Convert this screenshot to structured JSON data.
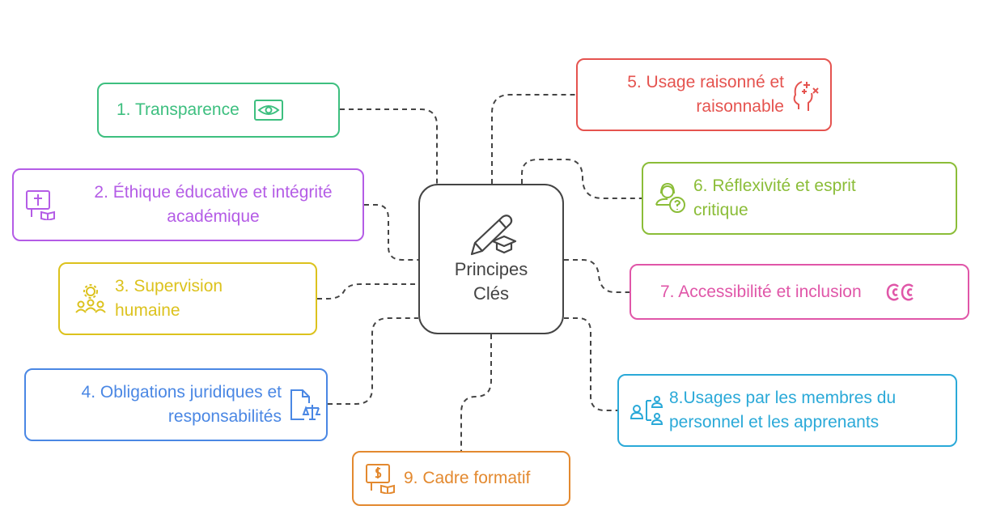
{
  "center": {
    "title_line1": "Principes",
    "title_line2": "Clés",
    "icon": "pencil-graduation-cap-icon"
  },
  "nodes": [
    {
      "label": "1. Transparence",
      "color": "#3dbf7f",
      "icon": "eye-icon"
    },
    {
      "label": "2. Éthique éducative et intégrité académique",
      "color": "#b45ce6",
      "icon": "screen-book-icon"
    },
    {
      "label": "3. Supervision humaine",
      "color": "#dcc21d",
      "icon": "people-gear-icon"
    },
    {
      "label": "4. Obligations juridiques et responsabilités",
      "color": "#4a87e4",
      "icon": "document-scales-icon"
    },
    {
      "label": "5. Usage raisonné et raisonnable",
      "color": "#e5534f",
      "icon": "head-thinking-icon"
    },
    {
      "label": "6. Réflexivité et esprit critique",
      "color": "#8bbd38",
      "icon": "person-question-icon"
    },
    {
      "label": "7. Accessibilité et inclusion",
      "color": "#e056a8",
      "icon": "closed-captions-icon"
    },
    {
      "label": "8.Usages par les membres du personnel et les apprenants",
      "color": "#2aa9d8",
      "icon": "user-network-icon"
    },
    {
      "label": "9. Cadre formatif",
      "color": "#e3892f",
      "icon": "screen-dollar-book-icon"
    }
  ],
  "connector_color": "#444444"
}
